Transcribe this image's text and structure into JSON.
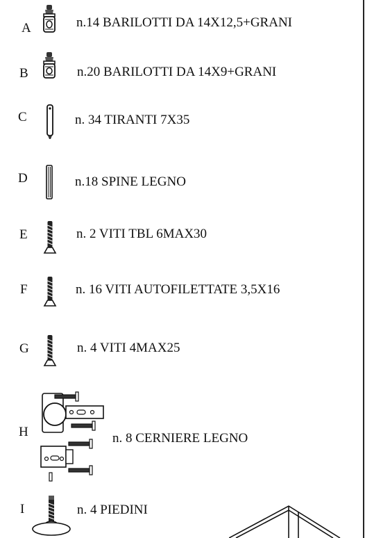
{
  "items": [
    {
      "letter": "A",
      "description": "n.14 BARILOTTI DA 14X12,5+GRANI",
      "icon": "barrel-nut-with-grub-screw-icon"
    },
    {
      "letter": "B",
      "description": "n.20  BARILOTTI DA 14X9+GRANI",
      "icon": "barrel-nut-with-grub-screw-icon"
    },
    {
      "letter": "C",
      "description": "n. 34 TIRANTI 7X35",
      "icon": "tie-rod-icon"
    },
    {
      "letter": "D",
      "description": "n.18 SPINE LEGNO",
      "icon": "wooden-dowel-icon"
    },
    {
      "letter": "E",
      "description": "n. 2 VITI TBL 6MAX30",
      "icon": "screw-icon"
    },
    {
      "letter": "F",
      "description": "n. 16 VITI AUTOFILETTATE 3,5X16",
      "icon": "screw-icon"
    },
    {
      "letter": "G",
      "description": "n. 4 VITI 4MAX25",
      "icon": "screw-icon"
    },
    {
      "letter": "H",
      "description": "n. 8 CERNIERE LEGNO",
      "icon": "hinge-with-screws-icon"
    },
    {
      "letter": "I",
      "description": "n. 4 PIEDINI",
      "icon": "adjustable-foot-icon"
    }
  ]
}
